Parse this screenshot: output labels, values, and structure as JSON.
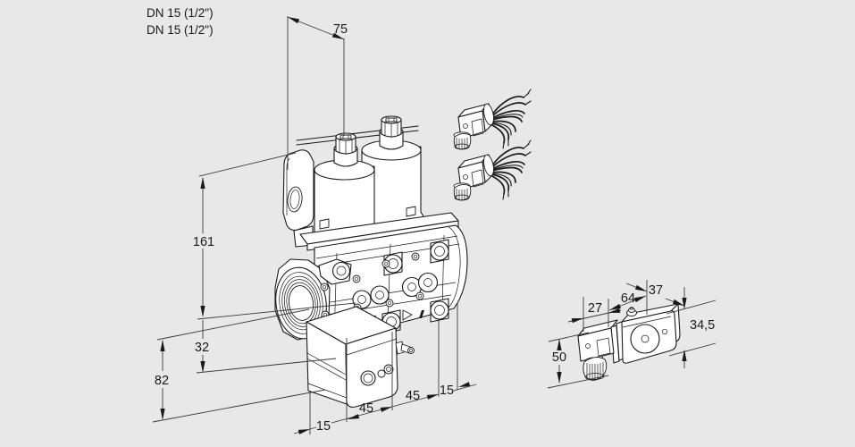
{
  "figure": {
    "type": "technical-dimensional-drawing",
    "colors": {
      "background": "#e8e8e8",
      "line": "#1a1a1a",
      "fill": "#ffffff"
    },
    "connection_labels": {
      "line1": "DN 15 (1/2\")",
      "line2": "DN 15 (1/2\")"
    },
    "main_view": {
      "description": "double solenoid valve, isometric view",
      "dim_top_width": "75",
      "dim_total_height": "161",
      "dim_center_offset": "32",
      "dim_lower_block_height": "82",
      "dim_bottom": [
        "15",
        "45",
        "45",
        "15"
      ]
    },
    "side_view": {
      "description": "pressure switch, isometric view",
      "dim_connector_width": "27",
      "dim_body_length": "64",
      "dim_body_depth": "37",
      "dim_body_height": "34,5",
      "dim_total_height": "50"
    }
  }
}
